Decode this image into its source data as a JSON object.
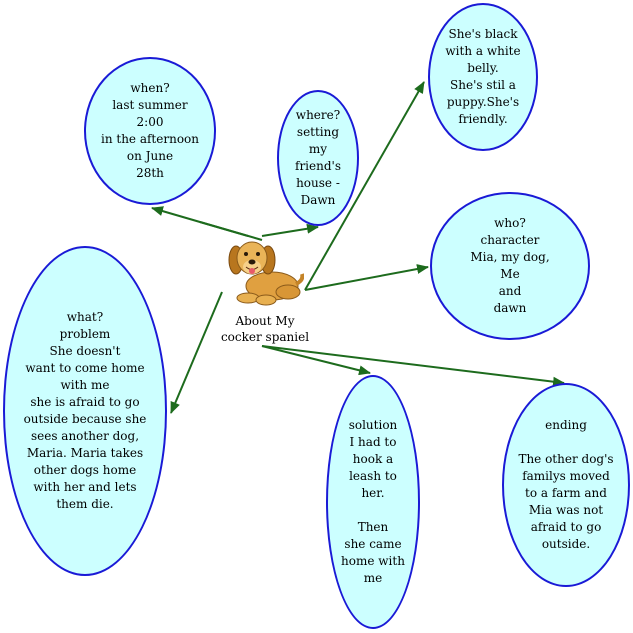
{
  "diagram": {
    "colors": {
      "bubble_fill": "#ccffff",
      "bubble_border": "#1a1ad6",
      "arrow": "#1d6b1d"
    },
    "center": {
      "label": "About My\ncocker spaniel",
      "icon": "dog-icon"
    },
    "nodes": [
      {
        "id": "when",
        "text": "when?\nlast summer\n2:00\nin the afternoon\non June\n28th"
      },
      {
        "id": "where",
        "text": "where?\nsetting\nmy\nfriend's\nhouse -\nDawn"
      },
      {
        "id": "appearance",
        "text": "She's black\nwith a white\nbelly.\nShe's  stil a\npuppy.She's\nfriendly."
      },
      {
        "id": "who",
        "text": "who?\ncharacter\nMia, my dog,\nMe\nand\ndawn"
      },
      {
        "id": "what",
        "text": "what?\nproblem\nShe doesn't\nwant to come home\nwith me\nshe is afraid to go\noutside because she\nsees another dog,\nMaria. Maria takes\nother dogs home\nwith her and lets\nthem die."
      },
      {
        "id": "solution",
        "text": "solution\nI had to\nhook a\nleash to\nher.\n\nThen\nshe came\nhome with\nme"
      },
      {
        "id": "ending",
        "text": "ending\n\nThe other dog's\nfamilys moved\nto a farm and\nMia was not\nafraid to go\noutside."
      }
    ]
  }
}
